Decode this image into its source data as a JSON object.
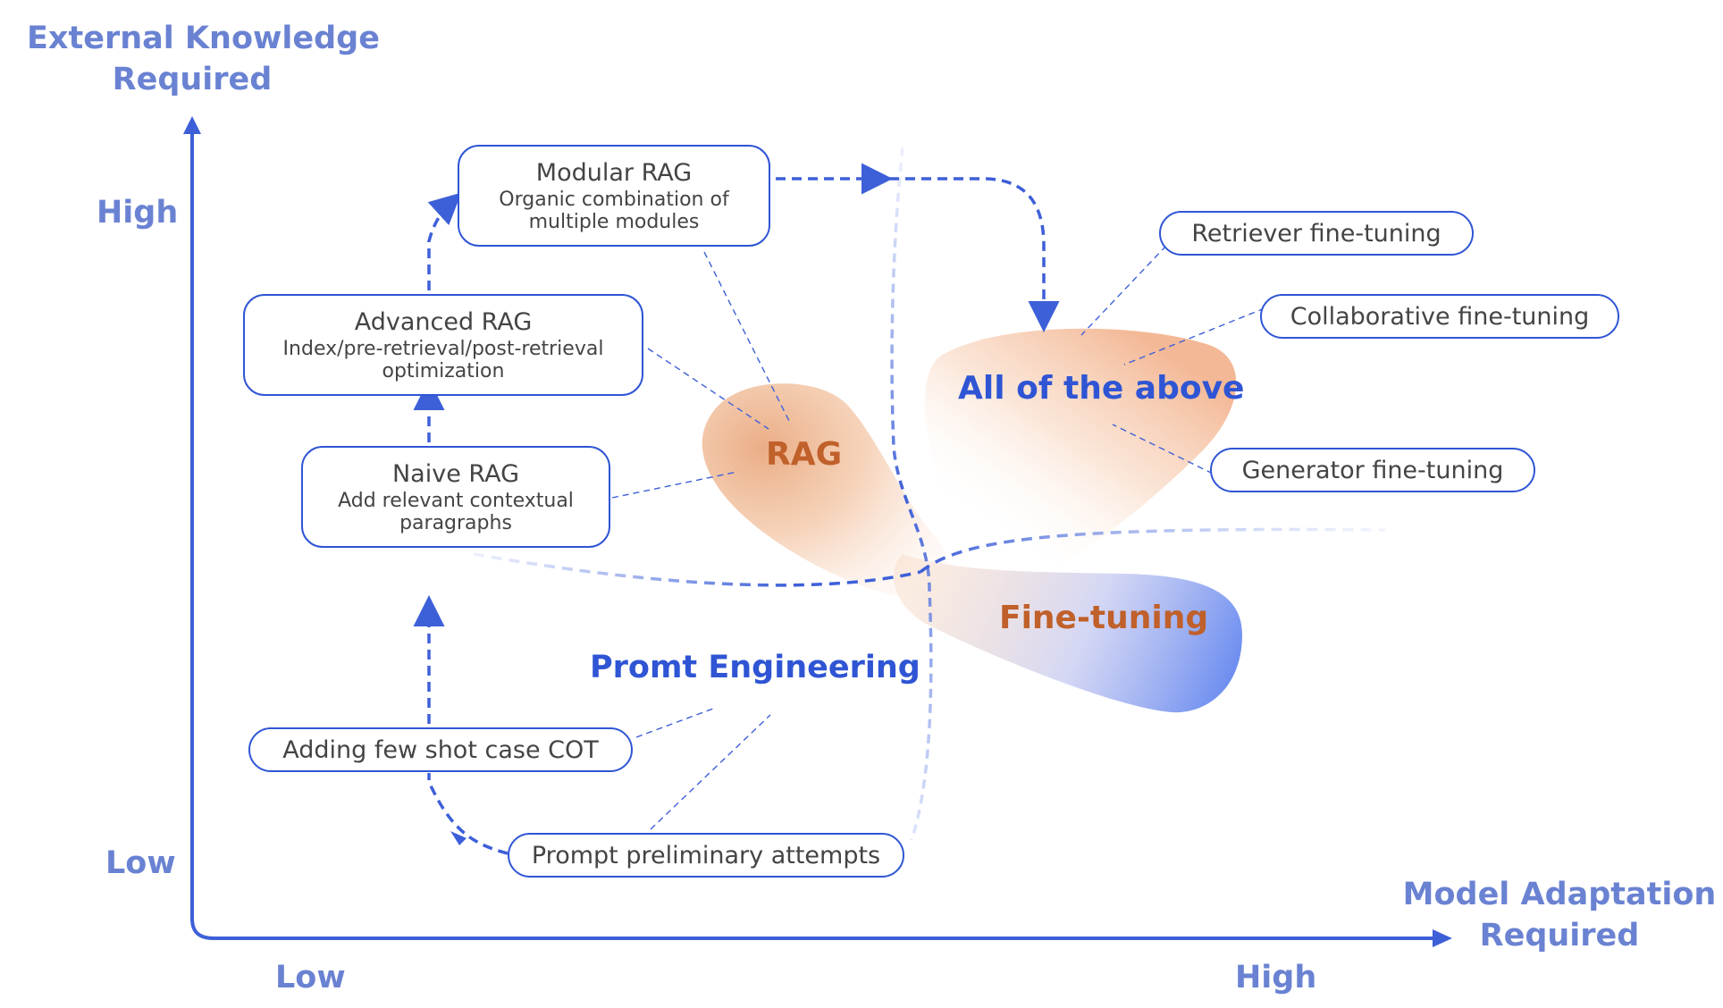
{
  "y_axis": {
    "title_line1": "External Knowledge",
    "title_line2": "Required",
    "high": "High",
    "low": "Low"
  },
  "x_axis": {
    "title_line1": "Model Adaptation",
    "title_line2": "Required",
    "low": "Low",
    "high": "High"
  },
  "nodes": {
    "modular_rag": {
      "title": "Modular RAG",
      "desc_line1": "Organic combination of",
      "desc_line2": "multiple modules"
    },
    "advanced_rag": {
      "title": "Advanced RAG",
      "desc_line1": "Index/pre-retrieval/post-retrieval",
      "desc_line2": "optimization"
    },
    "naive_rag": {
      "title": "Naive RAG",
      "desc_line1": "Add relevant contextual",
      "desc_line2": "paragraphs"
    },
    "few_shot": {
      "label": "Adding few shot case COT"
    },
    "prompt_attempts": {
      "label": "Prompt preliminary attempts"
    },
    "retriever_ft": {
      "label": "Retriever fine-tuning"
    },
    "collab_ft": {
      "label": "Collaborative fine-tuning"
    },
    "generator_ft": {
      "label": "Generator fine-tuning"
    }
  },
  "regions": {
    "rag": "RAG",
    "all_above": "All of the above",
    "fine_tuning": "Fine-tuning",
    "prompt_engineering": "Promt Engineering"
  },
  "colors": {
    "axis_blue": "#3d5fd8",
    "label_blue": "#6a82d2",
    "title_blue": "#2f55d4",
    "orange": "#c0602a",
    "peach": "#f2b58e"
  }
}
